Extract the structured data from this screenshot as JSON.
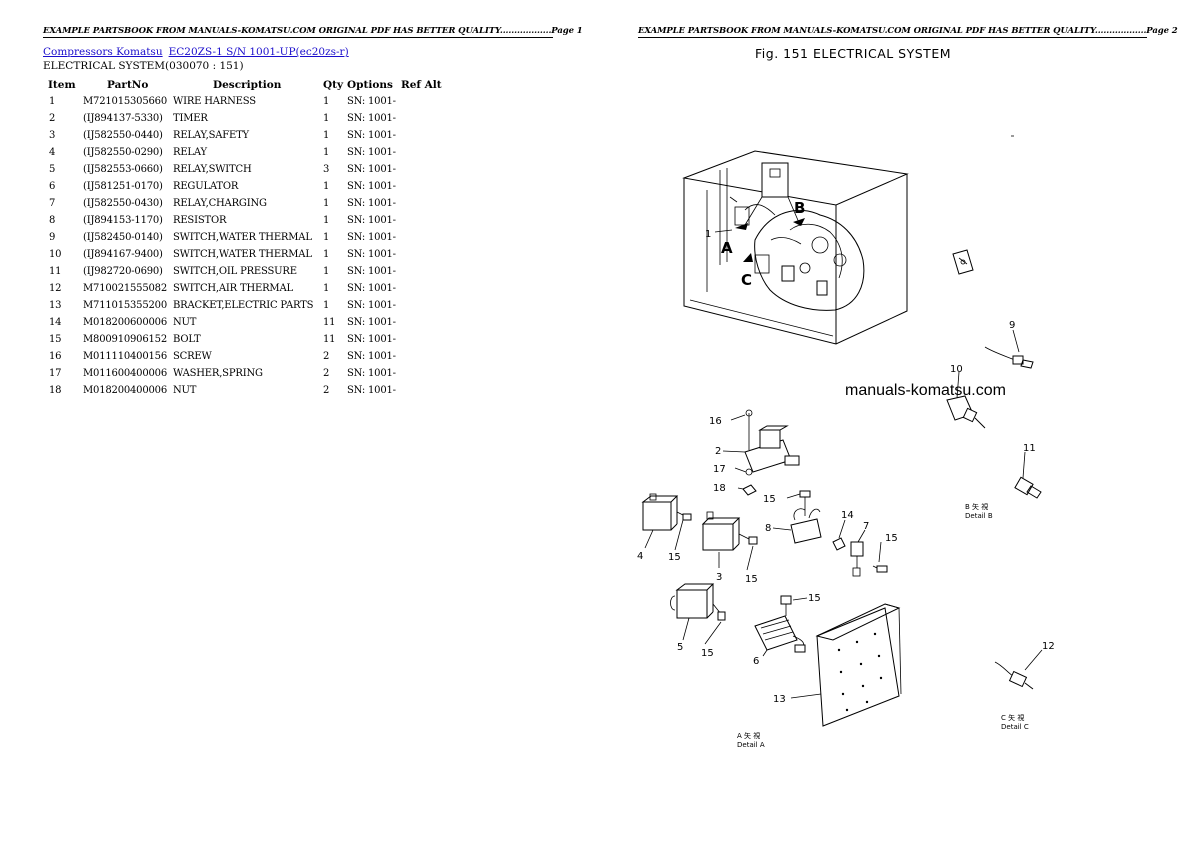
{
  "page1": {
    "header": "EXAMPLE PARTSBOOK FROM MANUALS-KOMATSU.COM ORIGINAL PDF HAS BETTER QUALITY..................Page 1",
    "breadcrumb": {
      "link1": "Compressors Komatsu",
      "link2": "EC20ZS-1 S/N 1001-UP(ec20zs-r)"
    },
    "section_title": "ELECTRICAL SYSTEM(030070 : 151)",
    "columns": {
      "item": "Item",
      "partno": "PartNo",
      "description": "Description",
      "qty": "Qty",
      "options": "Options",
      "refalt": "Ref Alt"
    },
    "rows": [
      {
        "item": "1",
        "partno": "M721015305660",
        "desc": "WIRE HARNESS",
        "qty": "1",
        "opt": "SN: 1001-"
      },
      {
        "item": "2",
        "partno": "(IJ894137-5330)",
        "desc": "TIMER",
        "qty": "1",
        "opt": "SN: 1001-"
      },
      {
        "item": "3",
        "partno": "(IJ582550-0440)",
        "desc": "RELAY,SAFETY",
        "qty": "1",
        "opt": "SN: 1001-"
      },
      {
        "item": "4",
        "partno": "(IJ582550-0290)",
        "desc": "RELAY",
        "qty": "1",
        "opt": "SN: 1001-"
      },
      {
        "item": "5",
        "partno": "(IJ582553-0660)",
        "desc": "RELAY,SWITCH",
        "qty": "3",
        "opt": "SN: 1001-"
      },
      {
        "item": "6",
        "partno": "(IJ581251-0170)",
        "desc": "REGULATOR",
        "qty": "1",
        "opt": "SN: 1001-"
      },
      {
        "item": "7",
        "partno": "(IJ582550-0430)",
        "desc": "RELAY,CHARGING",
        "qty": "1",
        "opt": "SN: 1001-"
      },
      {
        "item": "8",
        "partno": "(IJ894153-1170)",
        "desc": "RESISTOR",
        "qty": "1",
        "opt": "SN: 1001-"
      },
      {
        "item": "9",
        "partno": "(IJ582450-0140)",
        "desc": "SWITCH,WATER THERMAL",
        "qty": "1",
        "opt": "SN: 1001-"
      },
      {
        "item": "10",
        "partno": "(IJ894167-9400)",
        "desc": "SWITCH,WATER THERMAL",
        "qty": "1",
        "opt": "SN: 1001-"
      },
      {
        "item": "11",
        "partno": "(IJ982720-0690)",
        "desc": "SWITCH,OIL PRESSURE",
        "qty": "1",
        "opt": "SN: 1001-"
      },
      {
        "item": "12",
        "partno": "M710021555082",
        "desc": "SWITCH,AIR THERMAL",
        "qty": "1",
        "opt": "SN: 1001-"
      },
      {
        "item": "13",
        "partno": "M711015355200",
        "desc": "BRACKET,ELECTRIC PARTS",
        "qty": "1",
        "opt": "SN: 1001-"
      },
      {
        "item": "14",
        "partno": "M018200600006",
        "desc": "NUT",
        "qty": "11",
        "opt": "SN: 1001-"
      },
      {
        "item": "15",
        "partno": "M800910906152",
        "desc": "BOLT",
        "qty": "11",
        "opt": "SN: 1001-"
      },
      {
        "item": "16",
        "partno": "M011110400156",
        "desc": "SCREW",
        "qty": "2",
        "opt": "SN: 1001-"
      },
      {
        "item": "17",
        "partno": "M011600400006",
        "desc": "WASHER,SPRING",
        "qty": "2",
        "opt": "SN: 1001-"
      },
      {
        "item": "18",
        "partno": "M018200400006",
        "desc": "NUT",
        "qty": "2",
        "opt": "SN: 1001-"
      }
    ]
  },
  "page2": {
    "header": "EXAMPLE PARTSBOOK FROM MANUALS-KOMATSU.COM ORIGINAL PDF HAS BETTER QUALITY..................Page 2",
    "figure_title": "Fig. 151   ELECTRICAL SYSTEM",
    "watermark": "manuals-komatsu.com",
    "callouts": {
      "A": "A",
      "B": "B",
      "C": "C",
      "n1": "1",
      "n2": "2",
      "n3": "3",
      "n4": "4",
      "n5": "5",
      "n6": "6",
      "n7": "7",
      "n8": "8",
      "n9": "9",
      "n10": "10",
      "n11": "11",
      "n12": "12",
      "n13": "13",
      "n14": "14",
      "n15a": "15",
      "n15b": "15",
      "n15c": "15",
      "n15d": "15",
      "n15e": "15",
      "n15f": "15",
      "n16": "16",
      "n17": "17",
      "n18": "18"
    },
    "detail_captions": {
      "b_line1": "B  矢  視",
      "b_line2": "Detail B",
      "c_line1": "C  矢  視",
      "c_line2": "Detail C",
      "a_line1": "A  矢  視",
      "a_line2": "Detail A"
    }
  }
}
